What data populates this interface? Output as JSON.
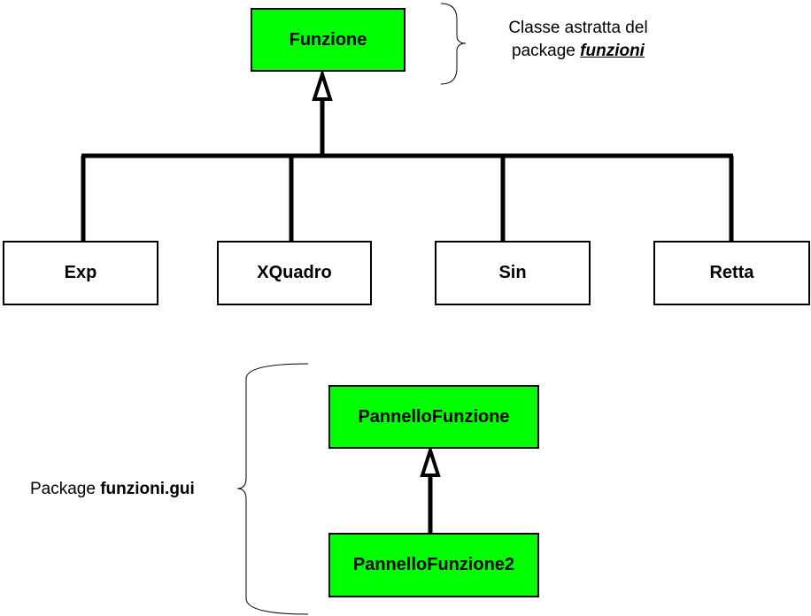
{
  "colors": {
    "abstract_fill": "#00ff00",
    "concrete_fill": "#ffffff",
    "line": "#000000"
  },
  "classes": {
    "funzione": "Funzione",
    "exp": "Exp",
    "xquadro": "XQuadro",
    "sin": "Sin",
    "retta": "Retta",
    "pannello_funzione": "PannelloFunzione",
    "pannello_funzione2": "PannelloFunzione2"
  },
  "notes": {
    "abstract_line1": "Classe astratta del",
    "abstract_line2_prefix": "package ",
    "abstract_package": "funzioni",
    "gui_prefix": "Package ",
    "gui_package": "funzioni.gui"
  }
}
